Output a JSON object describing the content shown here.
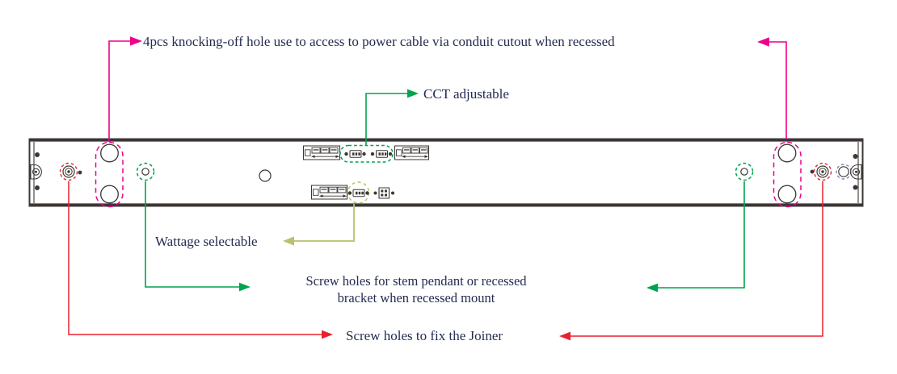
{
  "labels": {
    "knockoff": "4pcs knocking-off hole use to access to power cable via conduit cutout when recessed",
    "cct": "CCT adjustable",
    "wattage": "Wattage selectable",
    "stem": "Screw holes for stem pendant or recessed bracket when recessed mount",
    "joiner": "Screw holes to fix the Joiner"
  },
  "colors": {
    "magenta": "#ec008c",
    "green": "#00a34e",
    "olive": "#b9c16c",
    "red": "#e8212e",
    "violet": "#8781bd",
    "outline": "#3b3734",
    "text": "#232c50"
  }
}
